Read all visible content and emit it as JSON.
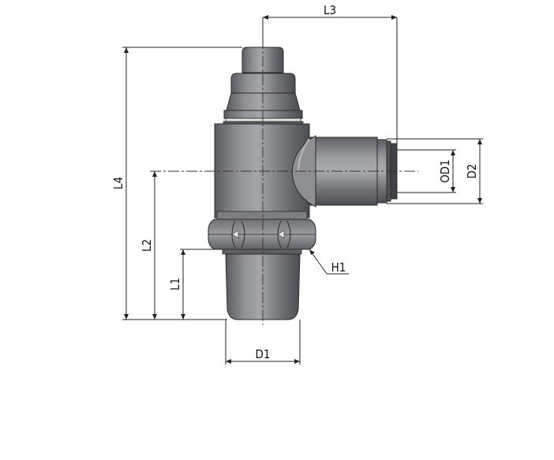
{
  "dimensions": {
    "L3": "L3",
    "L4": "L4",
    "L2": "L2",
    "L1": "L1",
    "D1": "D1",
    "OD1": "OD1",
    "D2": "D2",
    "H1": "H1"
  },
  "colors": {
    "body_light": "#8a8d92",
    "body_mid": "#6a6d72",
    "body_dark": "#45484d",
    "highlight": "#b8bbbf",
    "ring": "#d8d8d8",
    "line": "#222222"
  }
}
